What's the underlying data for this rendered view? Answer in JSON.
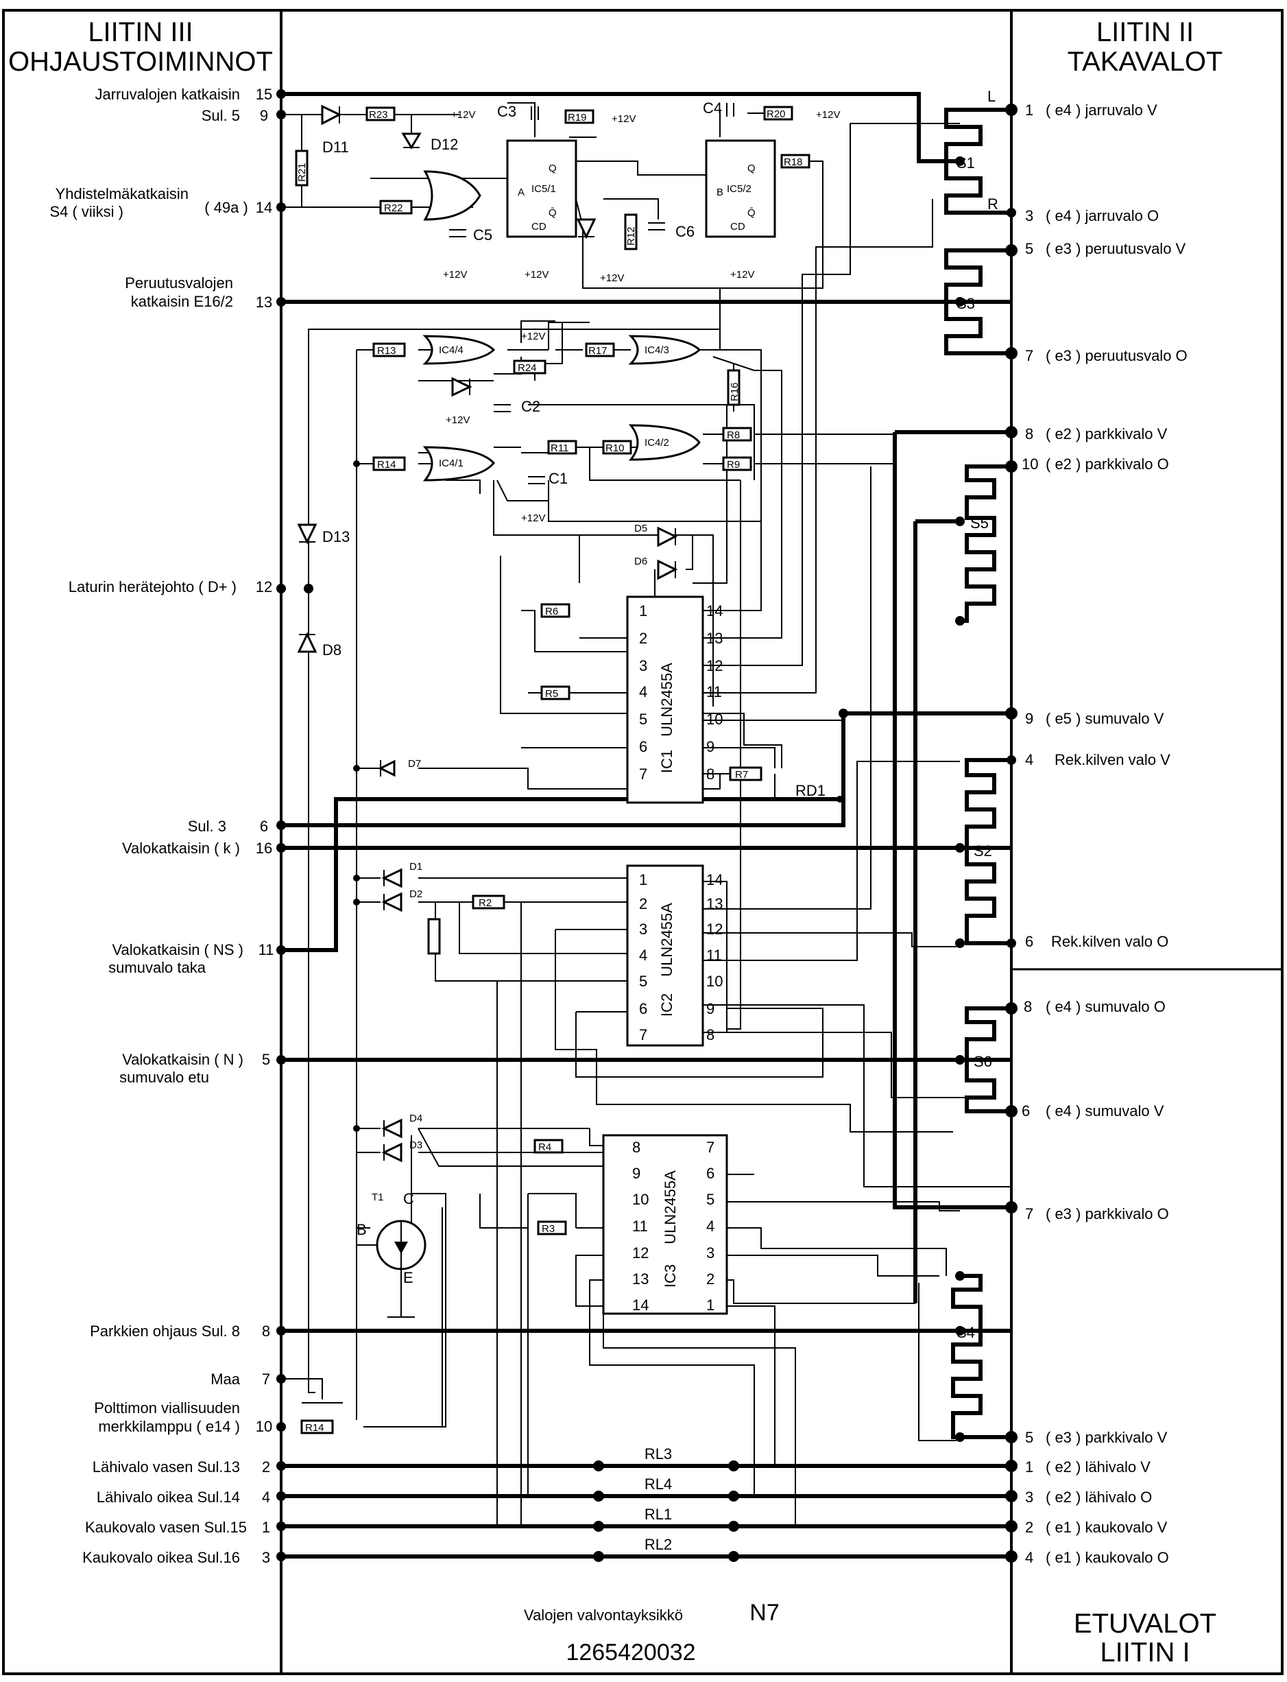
{
  "titles": {
    "left_line1": "LIITIN III",
    "left_line2": "OHJAUSTOIMINNOT",
    "right_top_line1": "LIITIN II",
    "right_top_line2": "TAKAVALOT",
    "right_bottom_line1": "ETUVALOT",
    "right_bottom_line2": "LIITIN I",
    "unit_name": "Valojen valvontayksikkö",
    "unit_code": "N7",
    "part_number": "1265420032"
  },
  "left_connectors": [
    {
      "pin": "15",
      "label": [
        "Jarruvalojen katkaisin"
      ]
    },
    {
      "pin": "9",
      "label": [
        "Sul. 5"
      ]
    },
    {
      "pin": "14",
      "label": [
        "Yhdistelmäkatkaisin",
        "S4 ( viiksi )"
      ],
      "extra": "( 49a )"
    },
    {
      "pin": "13",
      "label": [
        "Peruutusvalojen",
        "katkaisin E16/2"
      ]
    },
    {
      "pin": "12",
      "label": [
        "Laturin herätejohto ( D+ )"
      ]
    },
    {
      "pin": "6",
      "label": [
        "Sul. 3"
      ]
    },
    {
      "pin": "16",
      "label": [
        "Valokatkaisin ( k )"
      ]
    },
    {
      "pin": "11",
      "label": [
        "Valokatkaisin ( NS )",
        "sumuvalo taka"
      ]
    },
    {
      "pin": "5",
      "label": [
        "Valokatkaisin ( N )",
        "sumuvalo etu"
      ]
    },
    {
      "pin": "8",
      "label": [
        "Parkkien ohjaus  Sul. 8"
      ]
    },
    {
      "pin": "7",
      "label": [
        "Maa"
      ]
    },
    {
      "pin": "10",
      "label": [
        "Polttimon viallisuuden",
        "merkkilamppu ( e14 )"
      ]
    },
    {
      "pin": "2",
      "label": [
        "Lähivalo vasen Sul.13"
      ]
    },
    {
      "pin": "4",
      "label": [
        "Lähivalo oikea Sul.14"
      ]
    },
    {
      "pin": "1",
      "label": [
        "Kaukovalo vasen Sul.15"
      ]
    },
    {
      "pin": "3",
      "label": [
        "Kaukovalo oikea Sul.16"
      ]
    }
  ],
  "right_connectors": [
    {
      "pin": "1",
      "label": "( e4 )  jarruvalo V"
    },
    {
      "pin": "3",
      "label": "( e4 ) jarruvalo O"
    },
    {
      "pin": "5",
      "label": "( e3 ) peruutusvalo V"
    },
    {
      "pin": "7",
      "label": "( e3 ) peruutusvalo O"
    },
    {
      "pin": "8",
      "label": "( e2 ) parkkivalo V"
    },
    {
      "pin": "10",
      "label": "( e2 ) parkkivalo O"
    },
    {
      "pin": "9",
      "label": "( e5 ) sumuvalo V"
    },
    {
      "pin": "4",
      "label": "Rek.kilven valo V"
    },
    {
      "pin": "6",
      "label": "Rek.kilven valo O"
    },
    {
      "pin": "8",
      "label": "( e4 ) sumuvalo O"
    },
    {
      "pin": "6",
      "label": "( e4 ) sumuvalo V"
    },
    {
      "pin": "7",
      "label": "( e3 ) parkkivalo O"
    },
    {
      "pin": "5",
      "label": "( e3 ) parkkivalo V"
    },
    {
      "pin": "1",
      "label": "( e2 ) lähivalo V"
    },
    {
      "pin": "3",
      "label": "( e2 ) lähivalo O"
    },
    {
      "pin": "2",
      "label": "( e1 ) kaukovalo V"
    },
    {
      "pin": "4",
      "label": "( e1 ) kaukovalo O"
    }
  ],
  "ic_chip_name": "ULN2455A",
  "ic_labels": [
    "IC1",
    "IC2",
    "IC3"
  ],
  "ic_pins_left_12": [
    "1",
    "2",
    "3",
    "4",
    "5",
    "6",
    "7"
  ],
  "ic_pins_right_12": [
    "14",
    "13",
    "12",
    "11",
    "10",
    "9",
    "8"
  ],
  "ic3_pins_left": [
    "8",
    "9",
    "10",
    "11",
    "12",
    "13",
    "14"
  ],
  "ic3_pins_right": [
    "7",
    "6",
    "5",
    "4",
    "3",
    "2",
    "1"
  ],
  "resistors": [
    "R23",
    "R21",
    "R22",
    "R19",
    "R20",
    "R18",
    "R13",
    "R24",
    "R17",
    "R16",
    "R14",
    "R11",
    "R10",
    "R8",
    "R9",
    "R6",
    "R5",
    "R7",
    "R2",
    "R4",
    "R3",
    "R14",
    "R12"
  ],
  "diodes": [
    "D11",
    "D12",
    "D13",
    "D8",
    "D5",
    "D6",
    "D7",
    "D1",
    "D2",
    "D4",
    "D3"
  ],
  "capacitors": [
    "C3",
    "C4",
    "C5",
    "C6",
    "C2",
    "C1"
  ],
  "gates": [
    "IC5/1",
    "IC5/2",
    "IC4/4",
    "IC4/3",
    "IC4/1",
    "IC4/2"
  ],
  "sensors": [
    "S1",
    "S3",
    "S5",
    "S2",
    "S6",
    "S4"
  ],
  "relays": [
    "RL3",
    "RL4",
    "RL1",
    "RL2"
  ],
  "misc_labels": {
    "rd1": "RD1",
    "t1": "T1",
    "supply": "+12V",
    "L": "L",
    "R": "R",
    "gate_io": [
      "A",
      "B",
      "Q",
      "Q̄",
      "CD"
    ],
    "tr_pins": [
      "B",
      "C",
      "E"
    ],
    "pin_numbers": [
      "1",
      "2",
      "3",
      "4",
      "5",
      "6",
      "7",
      "8",
      "9",
      "10",
      "11",
      "12",
      "13",
      "14",
      "15",
      "16"
    ]
  }
}
